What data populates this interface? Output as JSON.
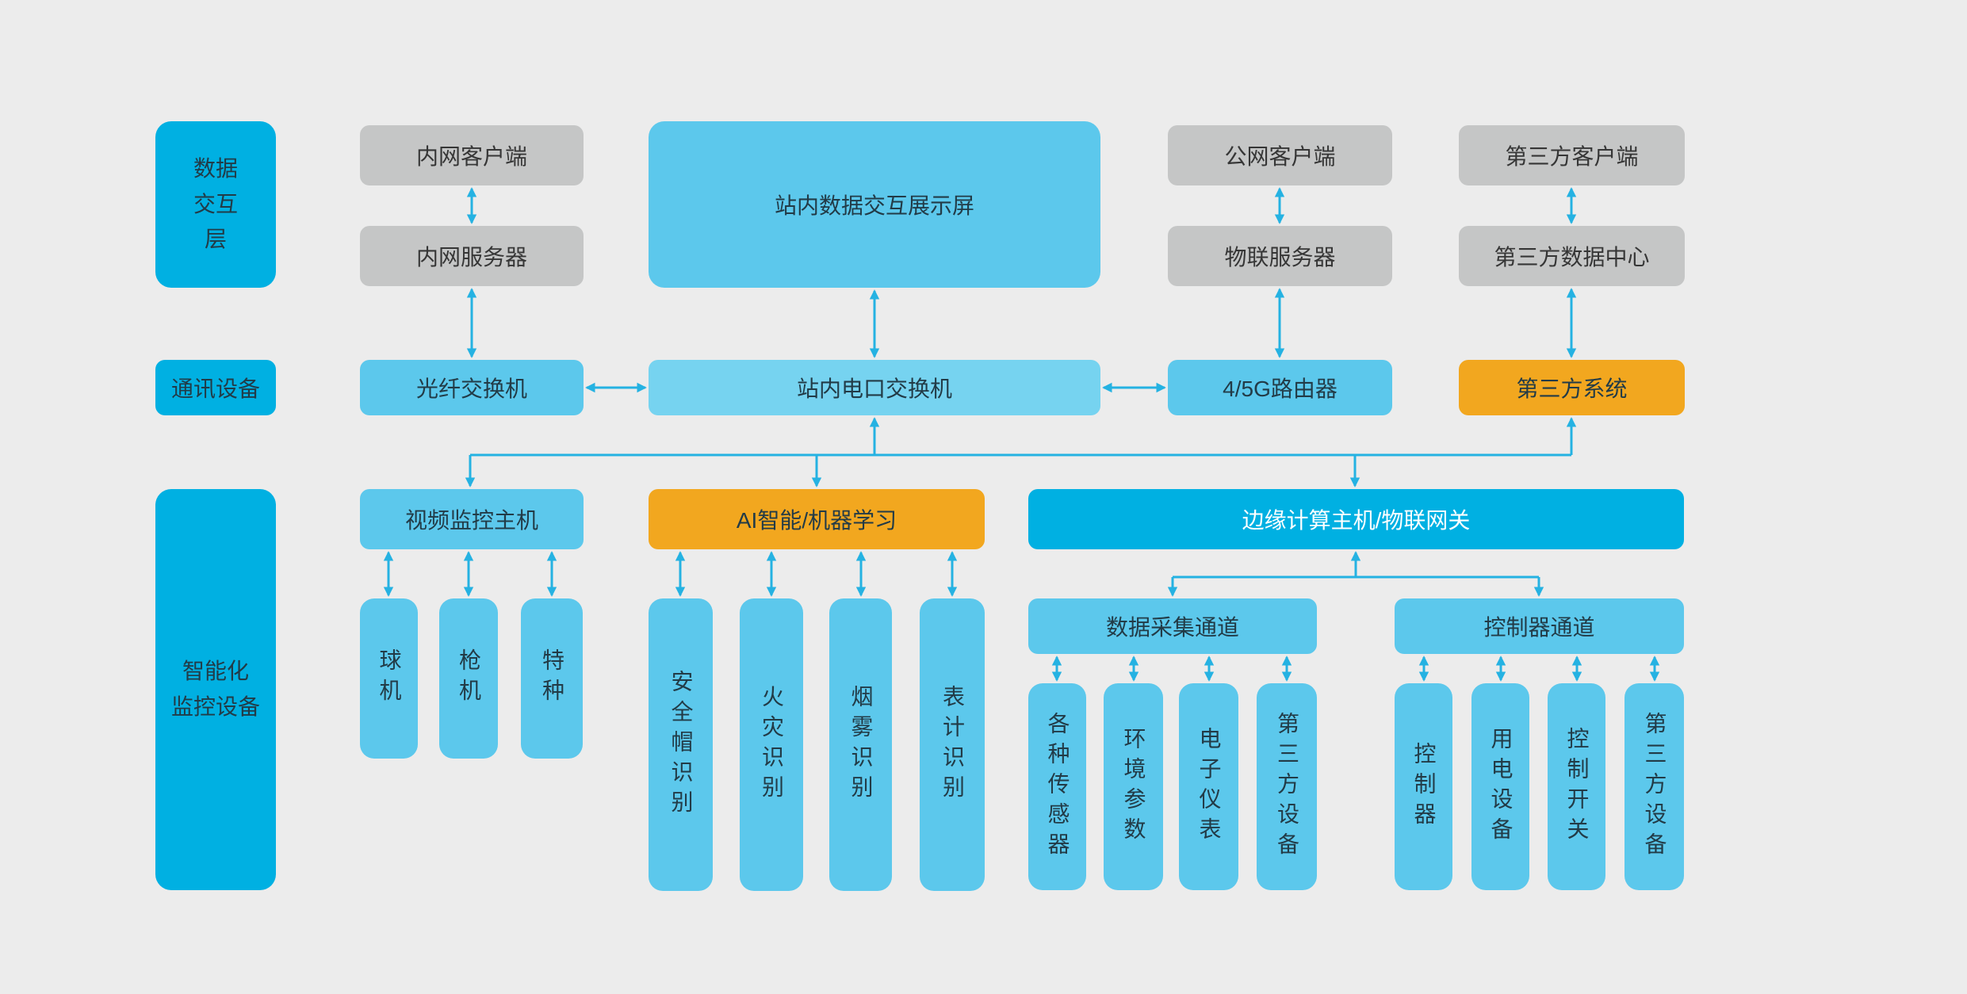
{
  "colors": {
    "background": "#ececec",
    "bright_blue": "#00b0e2",
    "cyan": "#5cc8ec",
    "cyan_light": "#76d3f0",
    "orange": "#f2a71f",
    "gray": "#c5c6c6",
    "arrow": "#25b2e2",
    "dark_text": "#223b47",
    "white_text": "#ffffff"
  },
  "layers": [
    {
      "label": "数据\n交互\n层"
    },
    {
      "label": "通讯设备"
    },
    {
      "label": "智能化\n监控设备"
    }
  ],
  "interaction_row": {
    "intranet_client": "内网客户端",
    "display_screen": "站内数据交互展示屏",
    "public_client": "公网客户端",
    "third_party_client": "第三方客户端",
    "intranet_server": "内网服务器",
    "iot_server": "物联服务器",
    "third_party_datacenter": "第三方数据中心"
  },
  "comm_row": {
    "fiber_switch": "光纤交换机",
    "station_switch": "站内电口交换机",
    "router_4_5g": "4/5G路由器",
    "third_party_system": "第三方系统"
  },
  "device_row": {
    "video_host": "视频监控主机",
    "ai_ml": "AI智能/机器学习",
    "edge_gateway": "边缘计算主机/物联网关",
    "data_channel": "数据采集通道",
    "controller_channel": "控制器通道"
  },
  "cameras": [
    "球机",
    "枪机",
    "特种"
  ],
  "ai_functions": [
    "安全帽识别",
    "火灾识别",
    "烟雾识别",
    "表计识别"
  ],
  "data_devices": [
    "各种传感器",
    "环境参数",
    "电子仪表",
    "第三方设备"
  ],
  "control_devices": [
    "控制器",
    "用电设备",
    "控制开关",
    "第三方设备"
  ]
}
